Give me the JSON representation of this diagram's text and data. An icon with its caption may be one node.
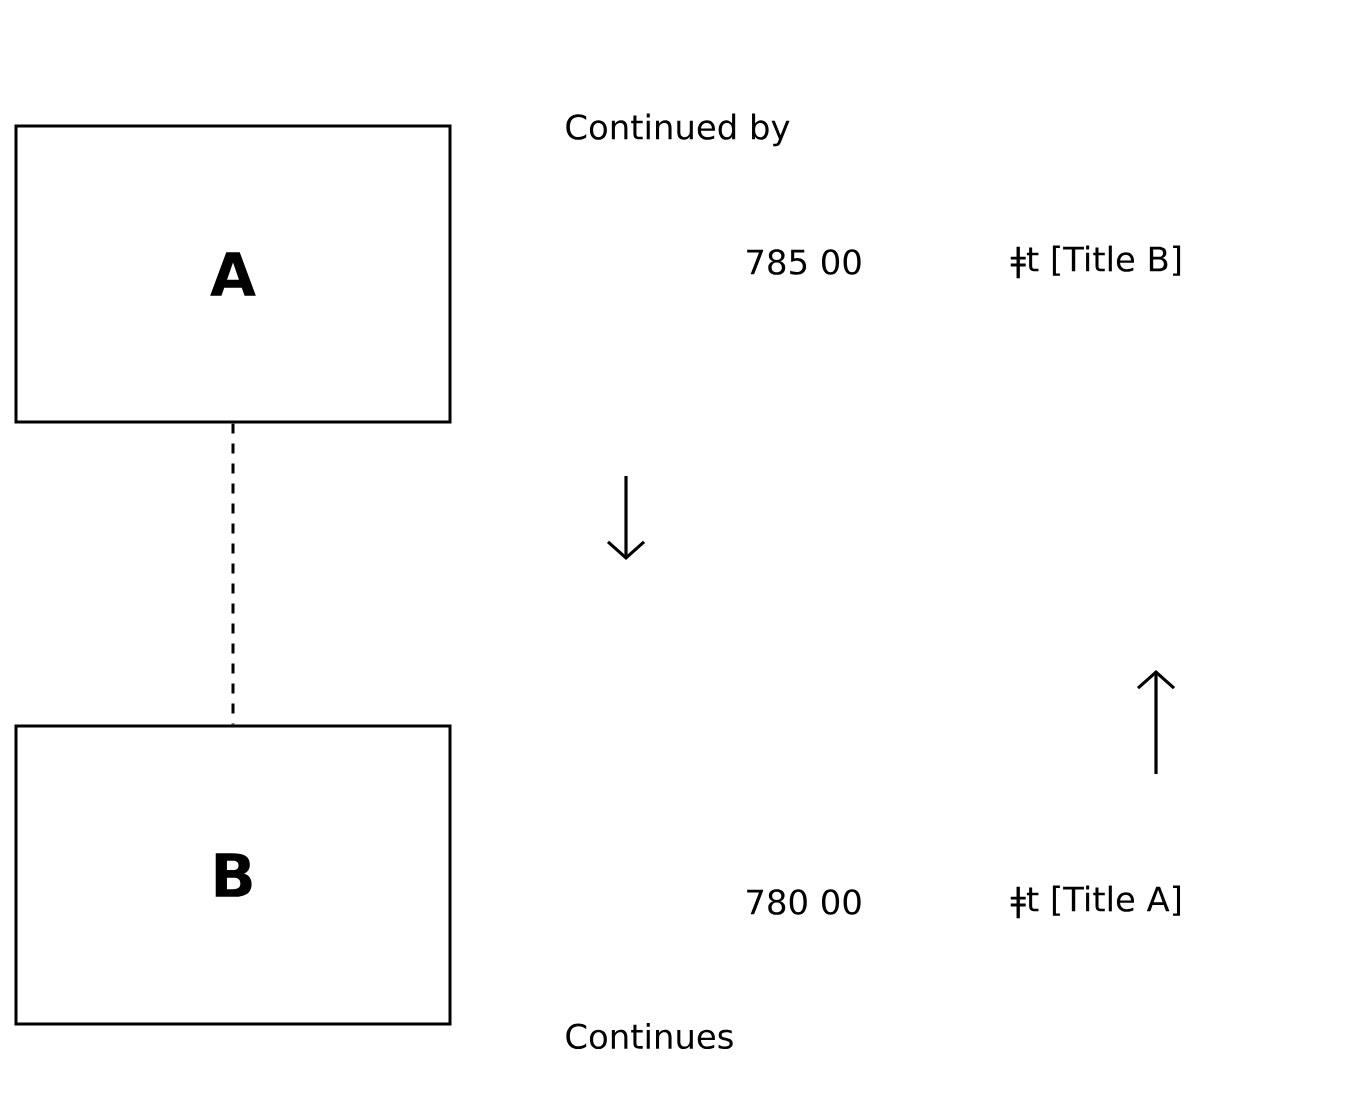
{
  "diagram": {
    "nodes": [
      {
        "text": [
          "A"
        ]
      },
      {
        "text": [
          "B"
        ]
      }
    ],
    "edges": [
      {
        "from": 0,
        "to": 1,
        "arrow": "none",
        "style": "dashed"
      }
    ],
    "labels": [
      "Continued by",
      "785 00",
      "ǂt [Title B]",
      "780 00",
      "ǂt [Title A]",
      "Continues"
    ]
  }
}
